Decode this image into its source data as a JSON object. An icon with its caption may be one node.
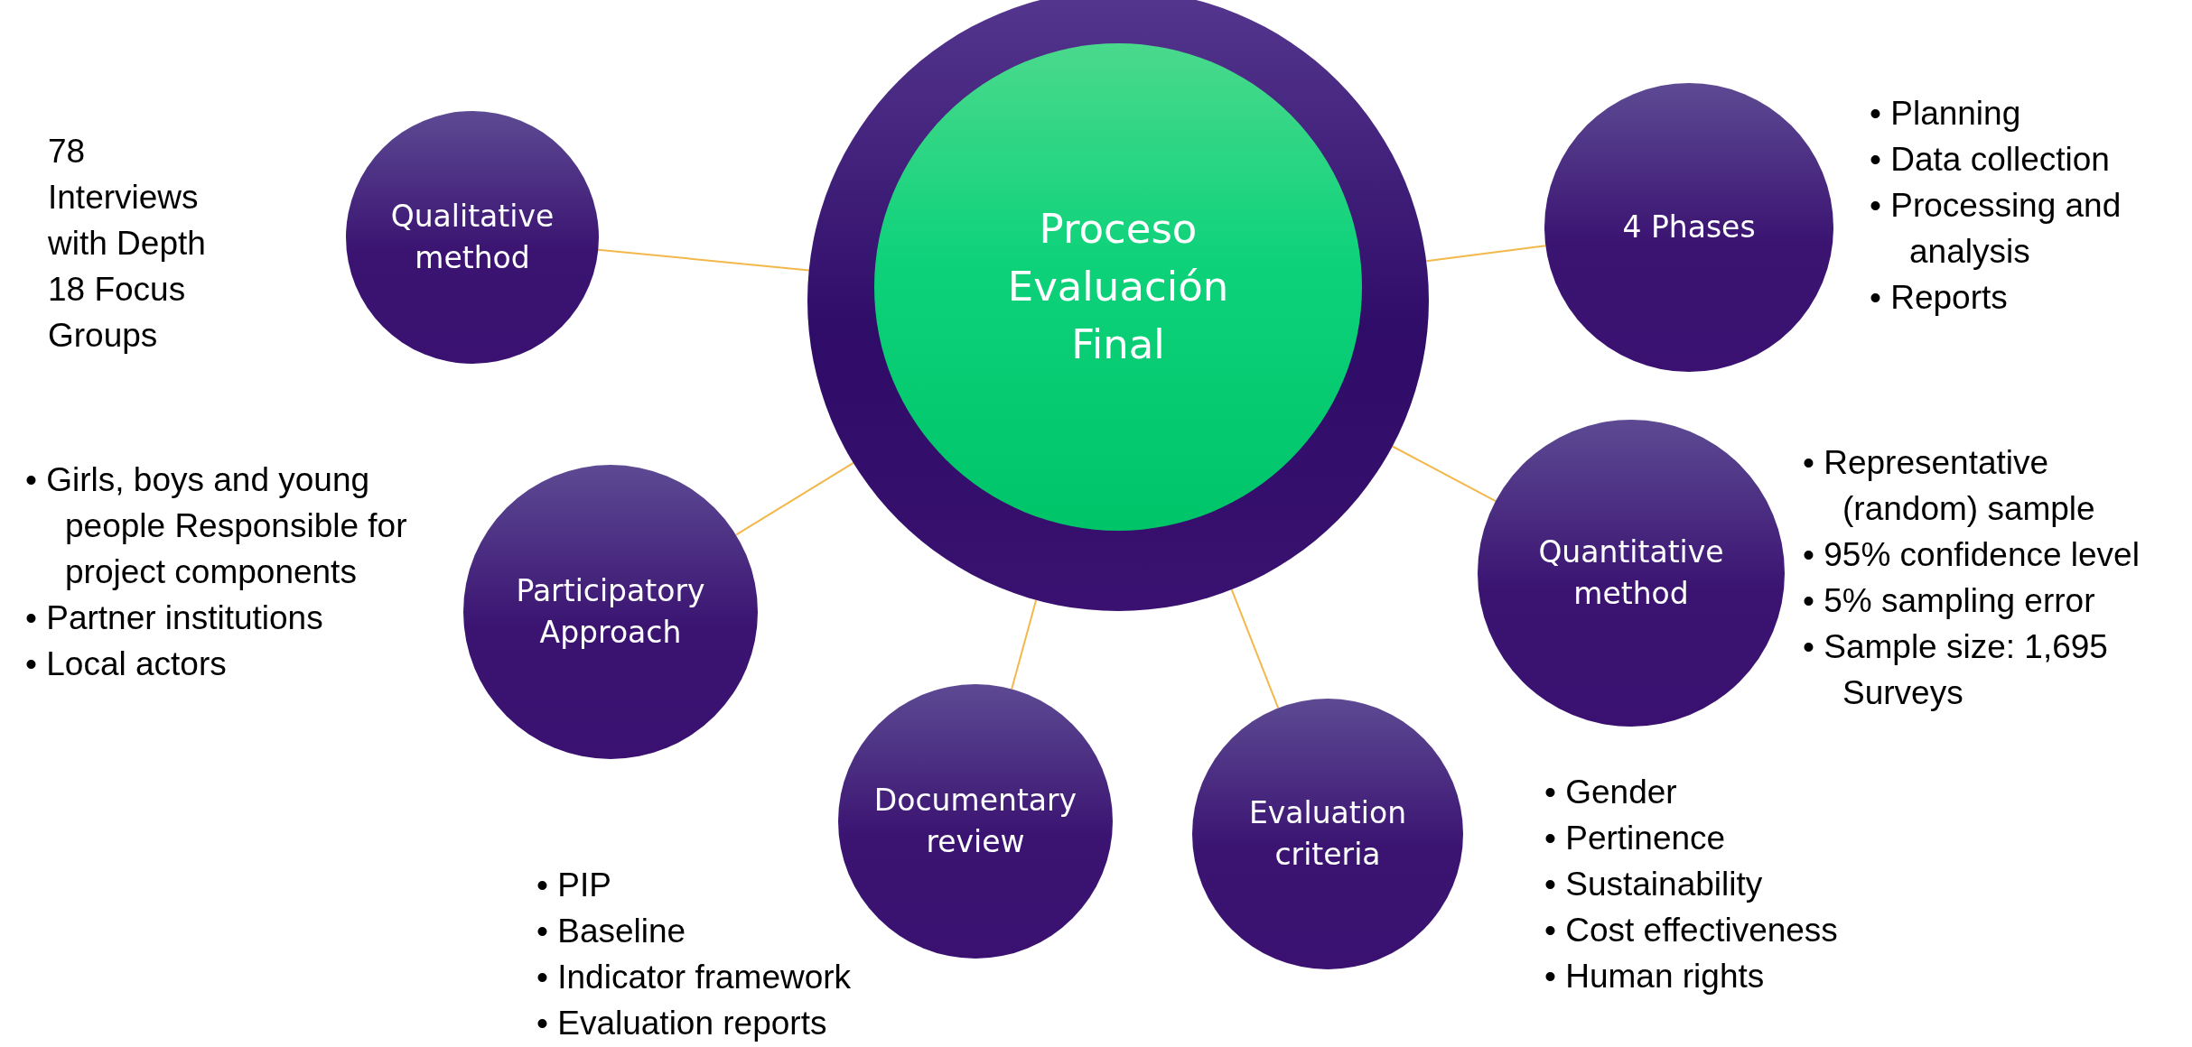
{
  "diagram": {
    "nodes": [
      {
        "text": [
          "Proceso Evaluación Final"
        ]
      },
      {
        "text": [
          "Qualitative method"
        ],
        "beside": [
          "78 Interviews with Depth",
          "18 Focus Groups"
        ]
      },
      {
        "text": [
          "4 Phases"
        ],
        "beside": [
          "• Planning",
          "• Data collection",
          "• Processing and analysis",
          "• Reports"
        ]
      },
      {
        "text": [
          "Participatory Approach"
        ],
        "beside": [
          "• Girls, boys and young people Responsible for project components",
          "• Partner institutions",
          "• Local actors"
        ]
      },
      {
        "text": [
          "Quantitative method"
        ],
        "beside": [
          "• Representative (random) sample",
          "• 95% confidence level",
          "• 5% sampling error",
          "• Sample size: 1,695 Surveys"
        ]
      },
      {
        "text": [
          "Documentary review"
        ],
        "beside": [
          "• PIP",
          "• Baseline",
          "• Indicator framework",
          "• Evaluation reports"
        ]
      },
      {
        "text": [
          "Evaluation criteria"
        ],
        "beside": [
          "• Gender",
          "• Pertinence",
          "• Sustainability",
          "• Cost effectiveness",
          "• Human rights"
        ]
      }
    ],
    "edges": [
      {
        "from": 0,
        "to": 1,
        "arrow": "none"
      },
      {
        "from": 0,
        "to": 2,
        "arrow": "none"
      },
      {
        "from": 0,
        "to": 3,
        "arrow": "none"
      },
      {
        "from": 0,
        "to": 4,
        "arrow": "none"
      },
      {
        "from": 0,
        "to": 5,
        "arrow": "none"
      },
      {
        "from": 0,
        "to": 6,
        "arrow": "none"
      }
    ]
  }
}
